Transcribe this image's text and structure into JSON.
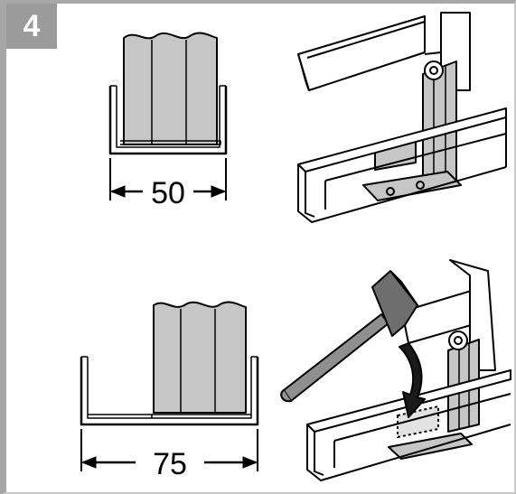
{
  "step": {
    "number": "4"
  },
  "dimensions": {
    "narrow_channel": "50",
    "wide_channel": "75"
  },
  "colors": {
    "frame_grey": "#a7a7a7",
    "badge_grey": "#9b9b9b",
    "profile_fill": "#c6c6c6",
    "line": "#000000"
  }
}
